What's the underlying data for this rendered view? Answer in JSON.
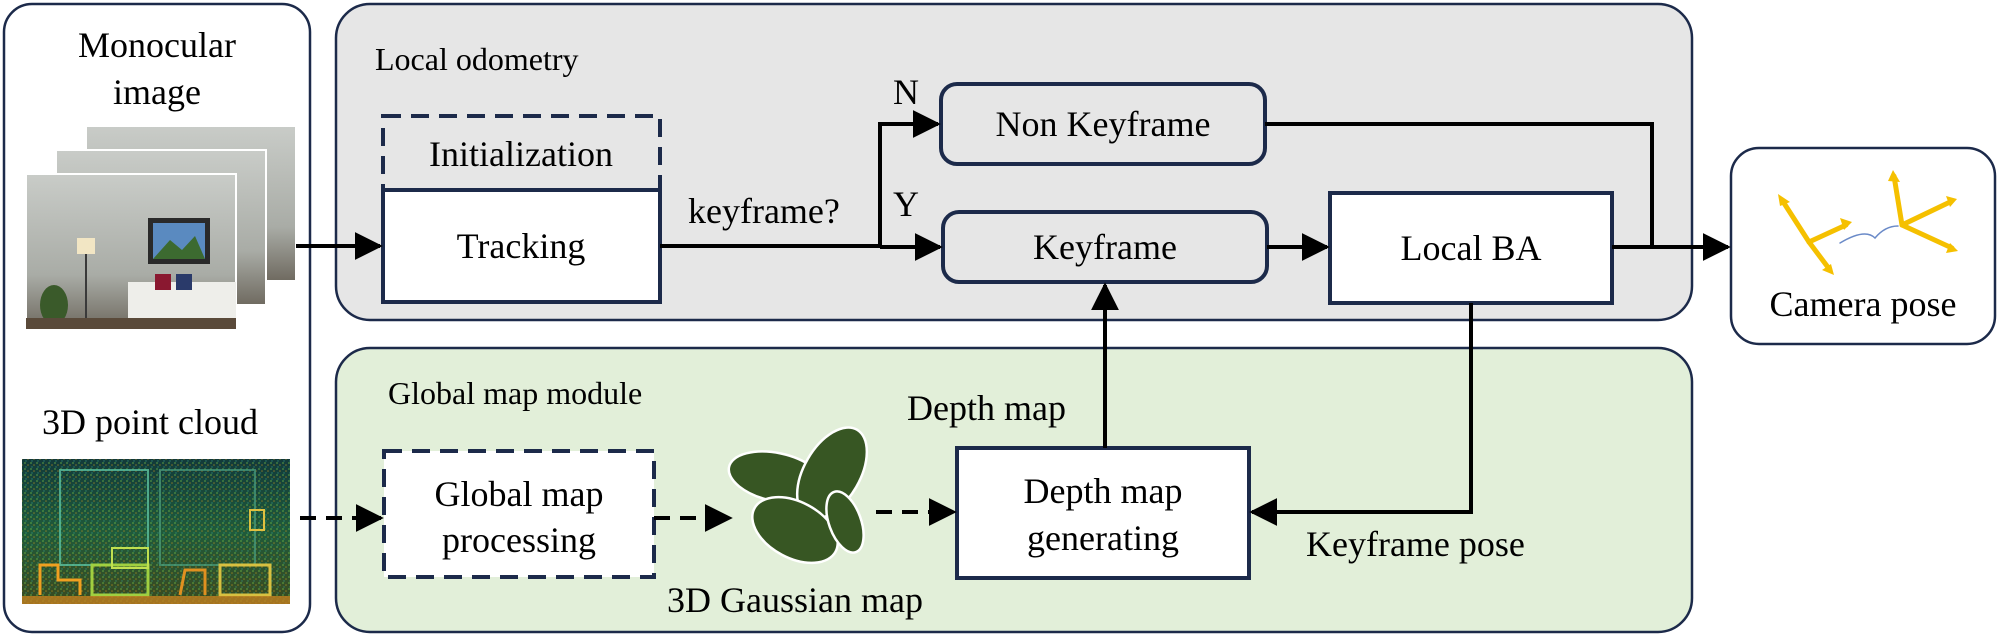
{
  "input_panel": {
    "monocular_label_line1": "Monocular",
    "monocular_label_line2": "image",
    "point_cloud_label": "3D point cloud"
  },
  "local_odometry": {
    "title": "Local odometry",
    "initialization": "Initialization",
    "tracking": "Tracking",
    "decision_label": "keyframe?",
    "branch_no": "N",
    "branch_yes": "Y",
    "non_keyframe": "Non Keyframe",
    "keyframe": "Keyframe",
    "local_ba": "Local BA"
  },
  "global_map": {
    "title": "Global map module",
    "processing_line1": "Global map",
    "processing_line2": "processing",
    "gaussian_label": "3D Gaussian map",
    "depth_gen_line1": "Depth map",
    "depth_gen_line2": "generating",
    "depth_map_label": "Depth map",
    "keyframe_pose_label": "Keyframe pose"
  },
  "output": {
    "camera_pose": "Camera pose"
  },
  "colors": {
    "node_border": "#1c2a4a",
    "local_bg": "#e6e6e6",
    "global_bg": "#e2efd9",
    "gaussian_fill": "#375623",
    "axes_color": "#f5c000"
  },
  "icons": [
    "room-image-icon",
    "point-cloud-icon",
    "gaussian-ellipses-icon",
    "camera-axes-icon"
  ]
}
